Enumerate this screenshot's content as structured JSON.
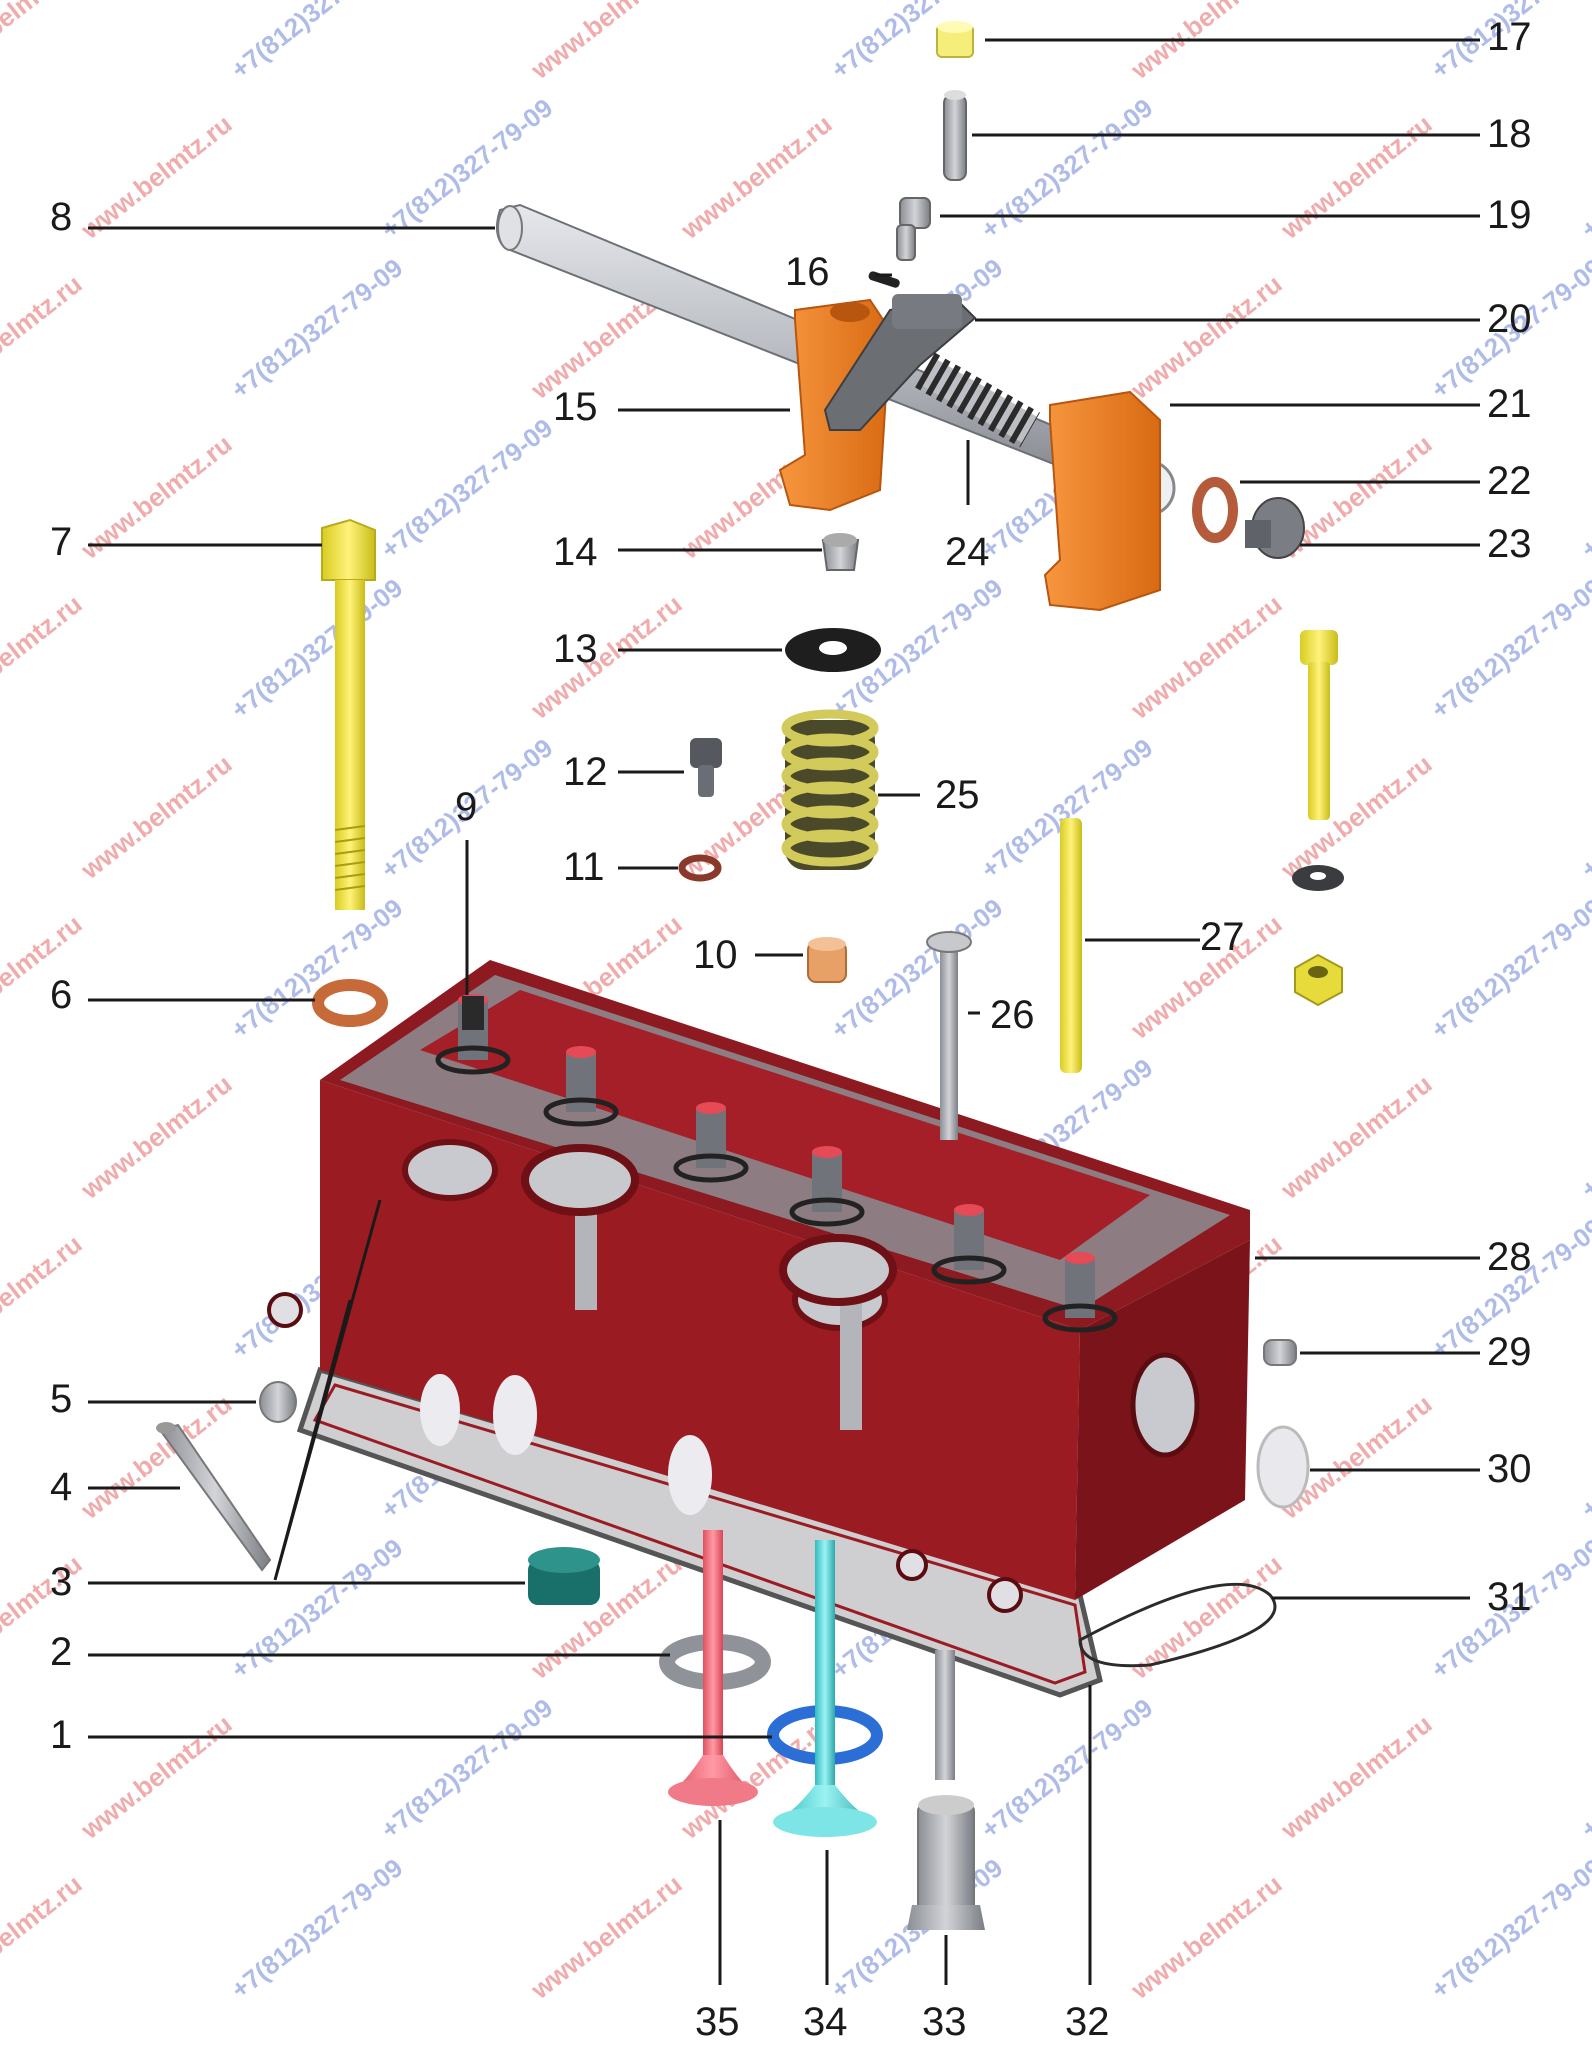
{
  "diagram": {
    "watermarks": [
      "www.belmtz.ru",
      "+7(812)327-79-09"
    ],
    "callouts": [
      "1",
      "2",
      "3",
      "4",
      "5",
      "6",
      "7",
      "8",
      "9",
      "10",
      "11",
      "12",
      "13",
      "14",
      "15",
      "16",
      "17",
      "18",
      "19",
      "20",
      "21",
      "22",
      "23",
      "24",
      "25",
      "26",
      "27",
      "28",
      "29",
      "30",
      "31",
      "32",
      "33",
      "34",
      "35"
    ]
  },
  "colors": {
    "head": "#9b1b22",
    "head_dark": "#6e1016",
    "head_top": "#8d8f94",
    "bracket": "#ee7d22",
    "bolt": "#f2e64a",
    "shaft": "#b9bcc2",
    "rocker": "#6b6e73",
    "spring": "#b8b04a",
    "valve_intake": "#f06d7a",
    "valve_exhaust": "#5ad7d9",
    "seat_ring": "#2b6fd6",
    "gasket": "#555555",
    "copper": "#c76a3a",
    "watermark_red": "#e46a6a",
    "watermark_blue": "#6f86d8"
  }
}
